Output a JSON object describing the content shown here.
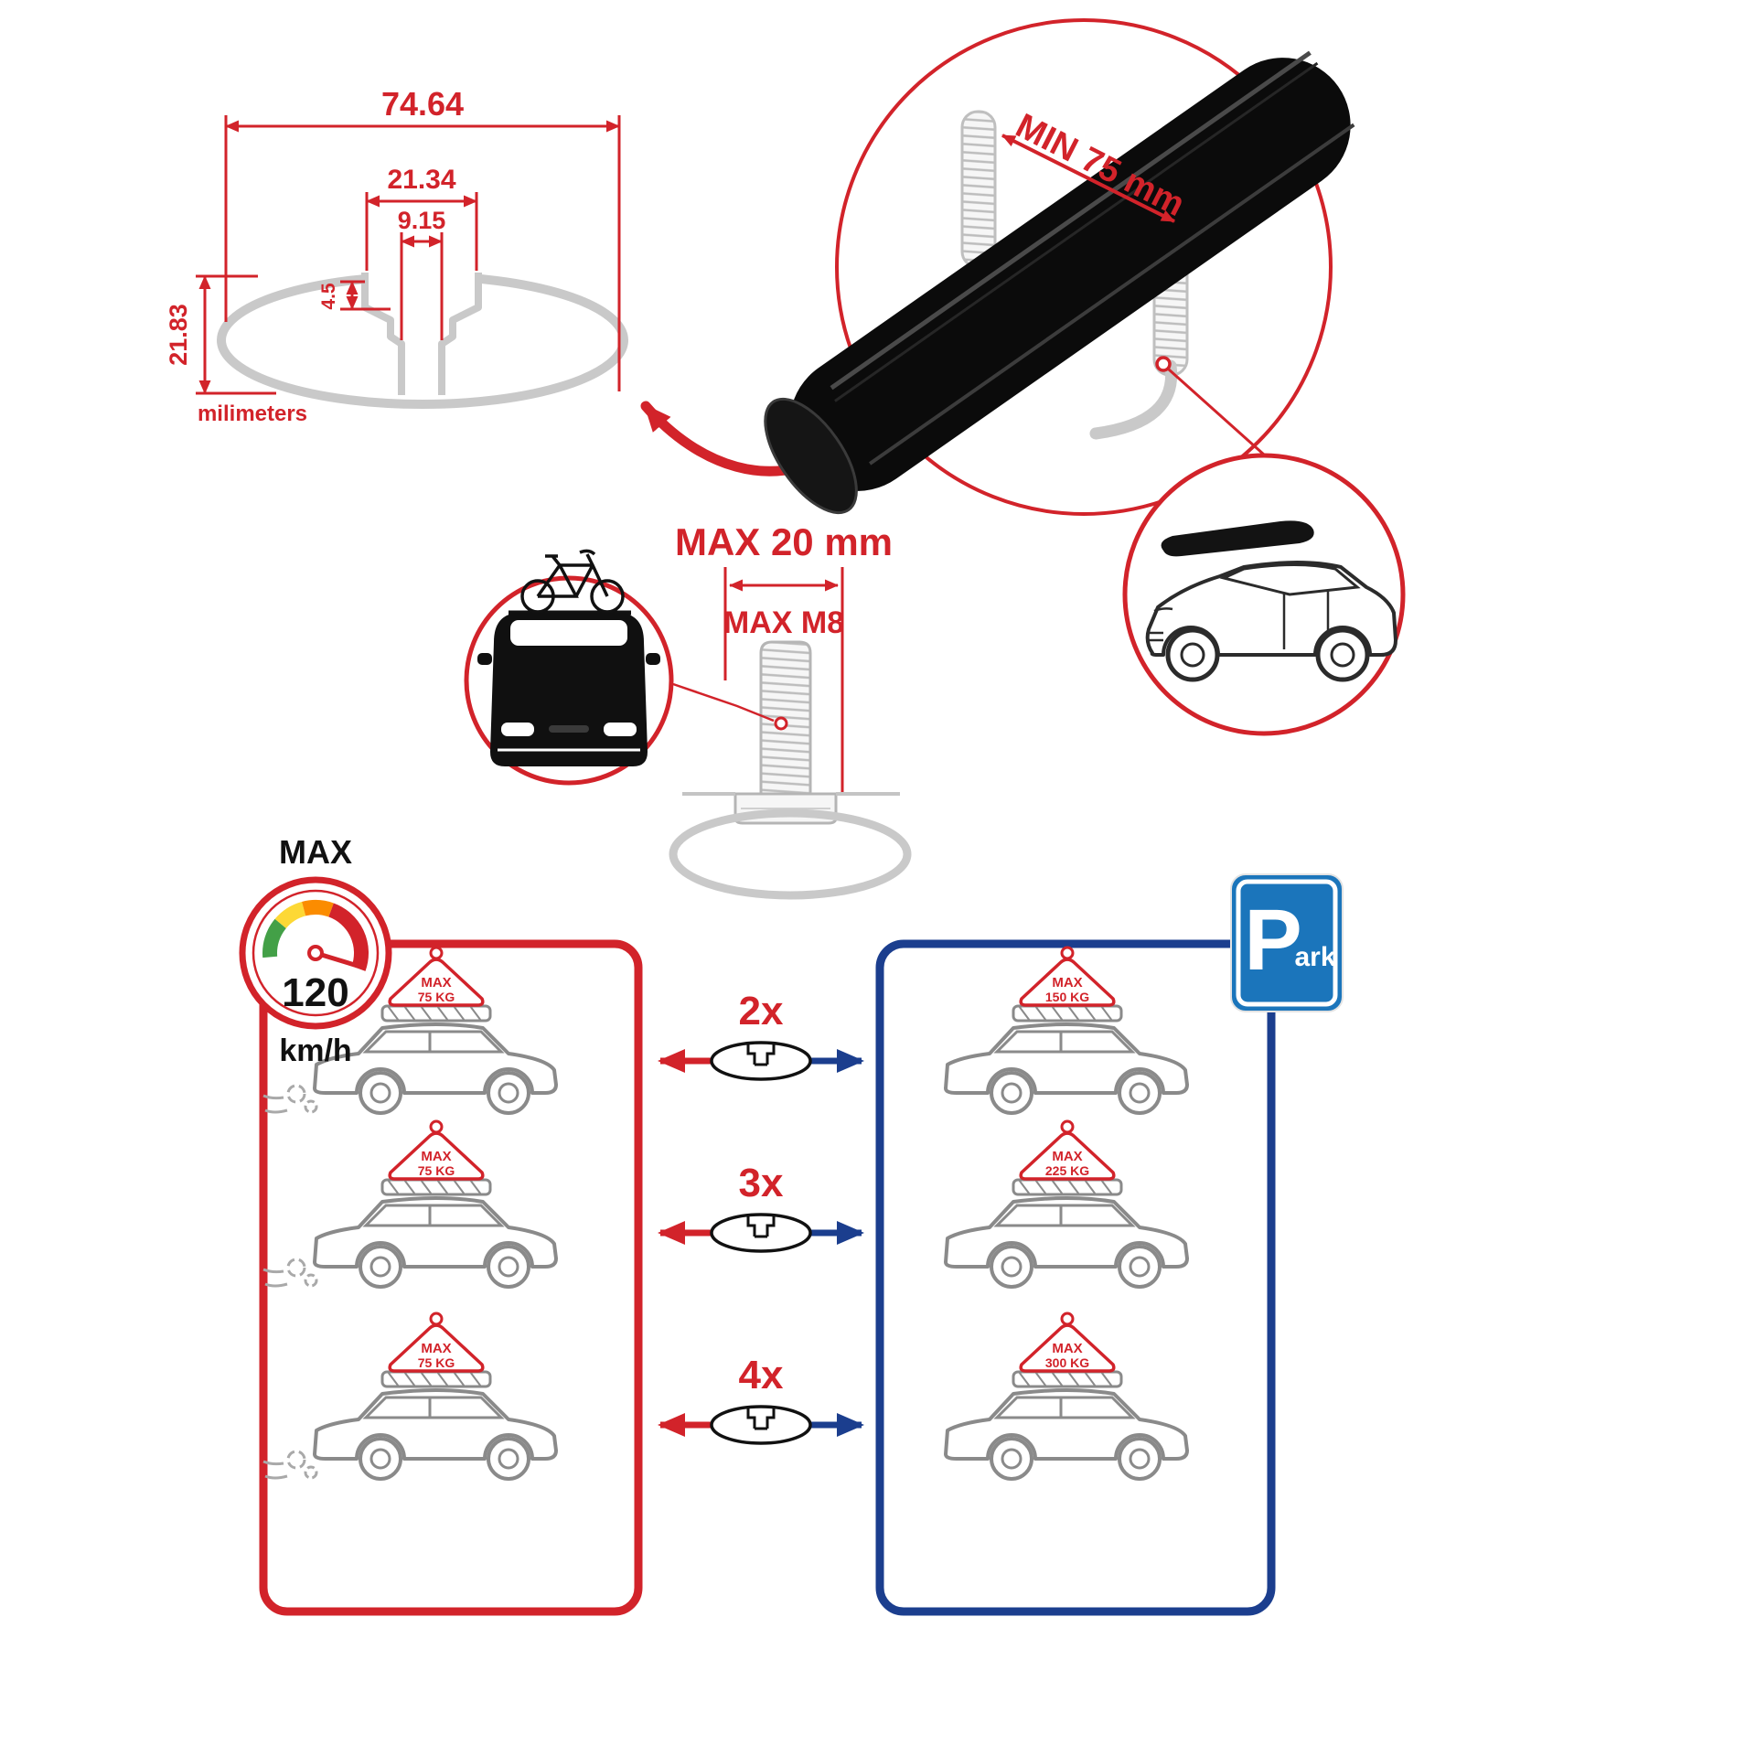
{
  "dimension_drawing": {
    "total_width": "74.64",
    "channel_width": "21.34",
    "slot_width": "9.15",
    "slot_depth": "4.5",
    "total_height": "21.83",
    "unit_label": "milimeters"
  },
  "crossbar_detail": {
    "min_clearance": "MIN 75 mm"
  },
  "bolt_spec": {
    "max_width": "MAX 20 mm",
    "max_thread": "MAX M8"
  },
  "speed_gauge": {
    "label": "MAX",
    "value": "120",
    "unit": "km/h"
  },
  "dynamic_box": {
    "tags": [
      {
        "line1": "MAX",
        "line2": "75 KG"
      },
      {
        "line1": "MAX",
        "line2": "75 KG"
      },
      {
        "line1": "MAX",
        "line2": "75 KG"
      }
    ]
  },
  "multipliers": [
    {
      "label": "2x"
    },
    {
      "label": "3x"
    },
    {
      "label": "4x"
    }
  ],
  "static_box": {
    "tags": [
      {
        "line1": "MAX",
        "line2": "150 KG"
      },
      {
        "line1": "MAX",
        "line2": "225 KG"
      },
      {
        "line1": "MAX",
        "line2": "300 KG"
      }
    ]
  },
  "park_sign": {
    "letter": "P",
    "suffix": "ark"
  },
  "colors": {
    "red": "#d2232a",
    "navy": "#1b3e8e",
    "park_blue": "#1b75bb",
    "drawing_gray": "#c9c9c9",
    "bar_black": "#0b0b0b"
  }
}
